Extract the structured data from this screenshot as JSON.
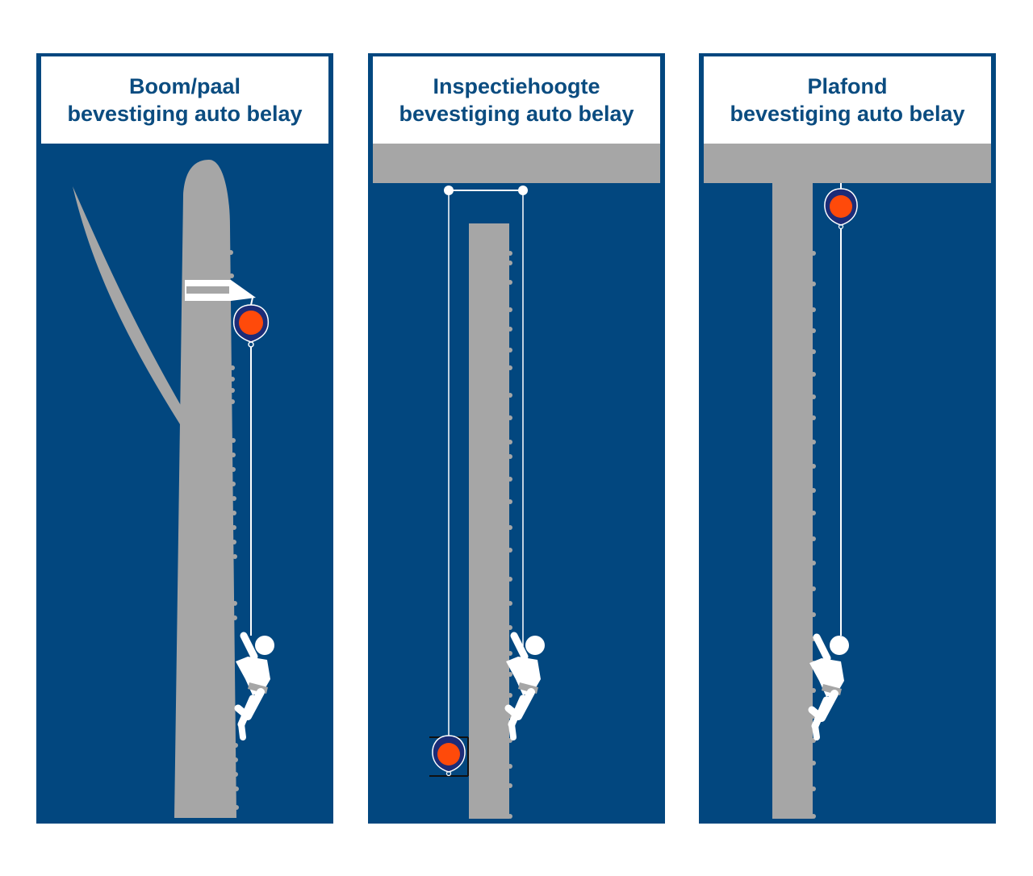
{
  "colors": {
    "panel_background": "#02477F",
    "title_text": "#0B4C80",
    "structure_gray": "#A6A6A6",
    "device_orange": "#FF4A0A",
    "device_outline": "#1C2C78",
    "figure_white": "#FFFFFF"
  },
  "panels": [
    {
      "title_line1": "Boom/paal",
      "title_line2": "bevestiging auto belay",
      "icons": [
        "tree-trunk-icon",
        "tree-branch-icon",
        "strap-anchor-icon",
        "auto-belay-device-icon",
        "climber-icon"
      ]
    },
    {
      "title_line1": "Inspectiehoogte",
      "title_line2": "bevestiging auto belay",
      "icons": [
        "ceiling-beam-icon",
        "climbing-wall-icon",
        "pulley-icon",
        "auto-belay-device-icon",
        "climber-icon"
      ]
    },
    {
      "title_line1": "Plafond",
      "title_line2": "bevestiging auto belay",
      "icons": [
        "ceiling-beam-icon",
        "climbing-wall-icon",
        "auto-belay-device-icon",
        "climber-icon"
      ]
    }
  ]
}
